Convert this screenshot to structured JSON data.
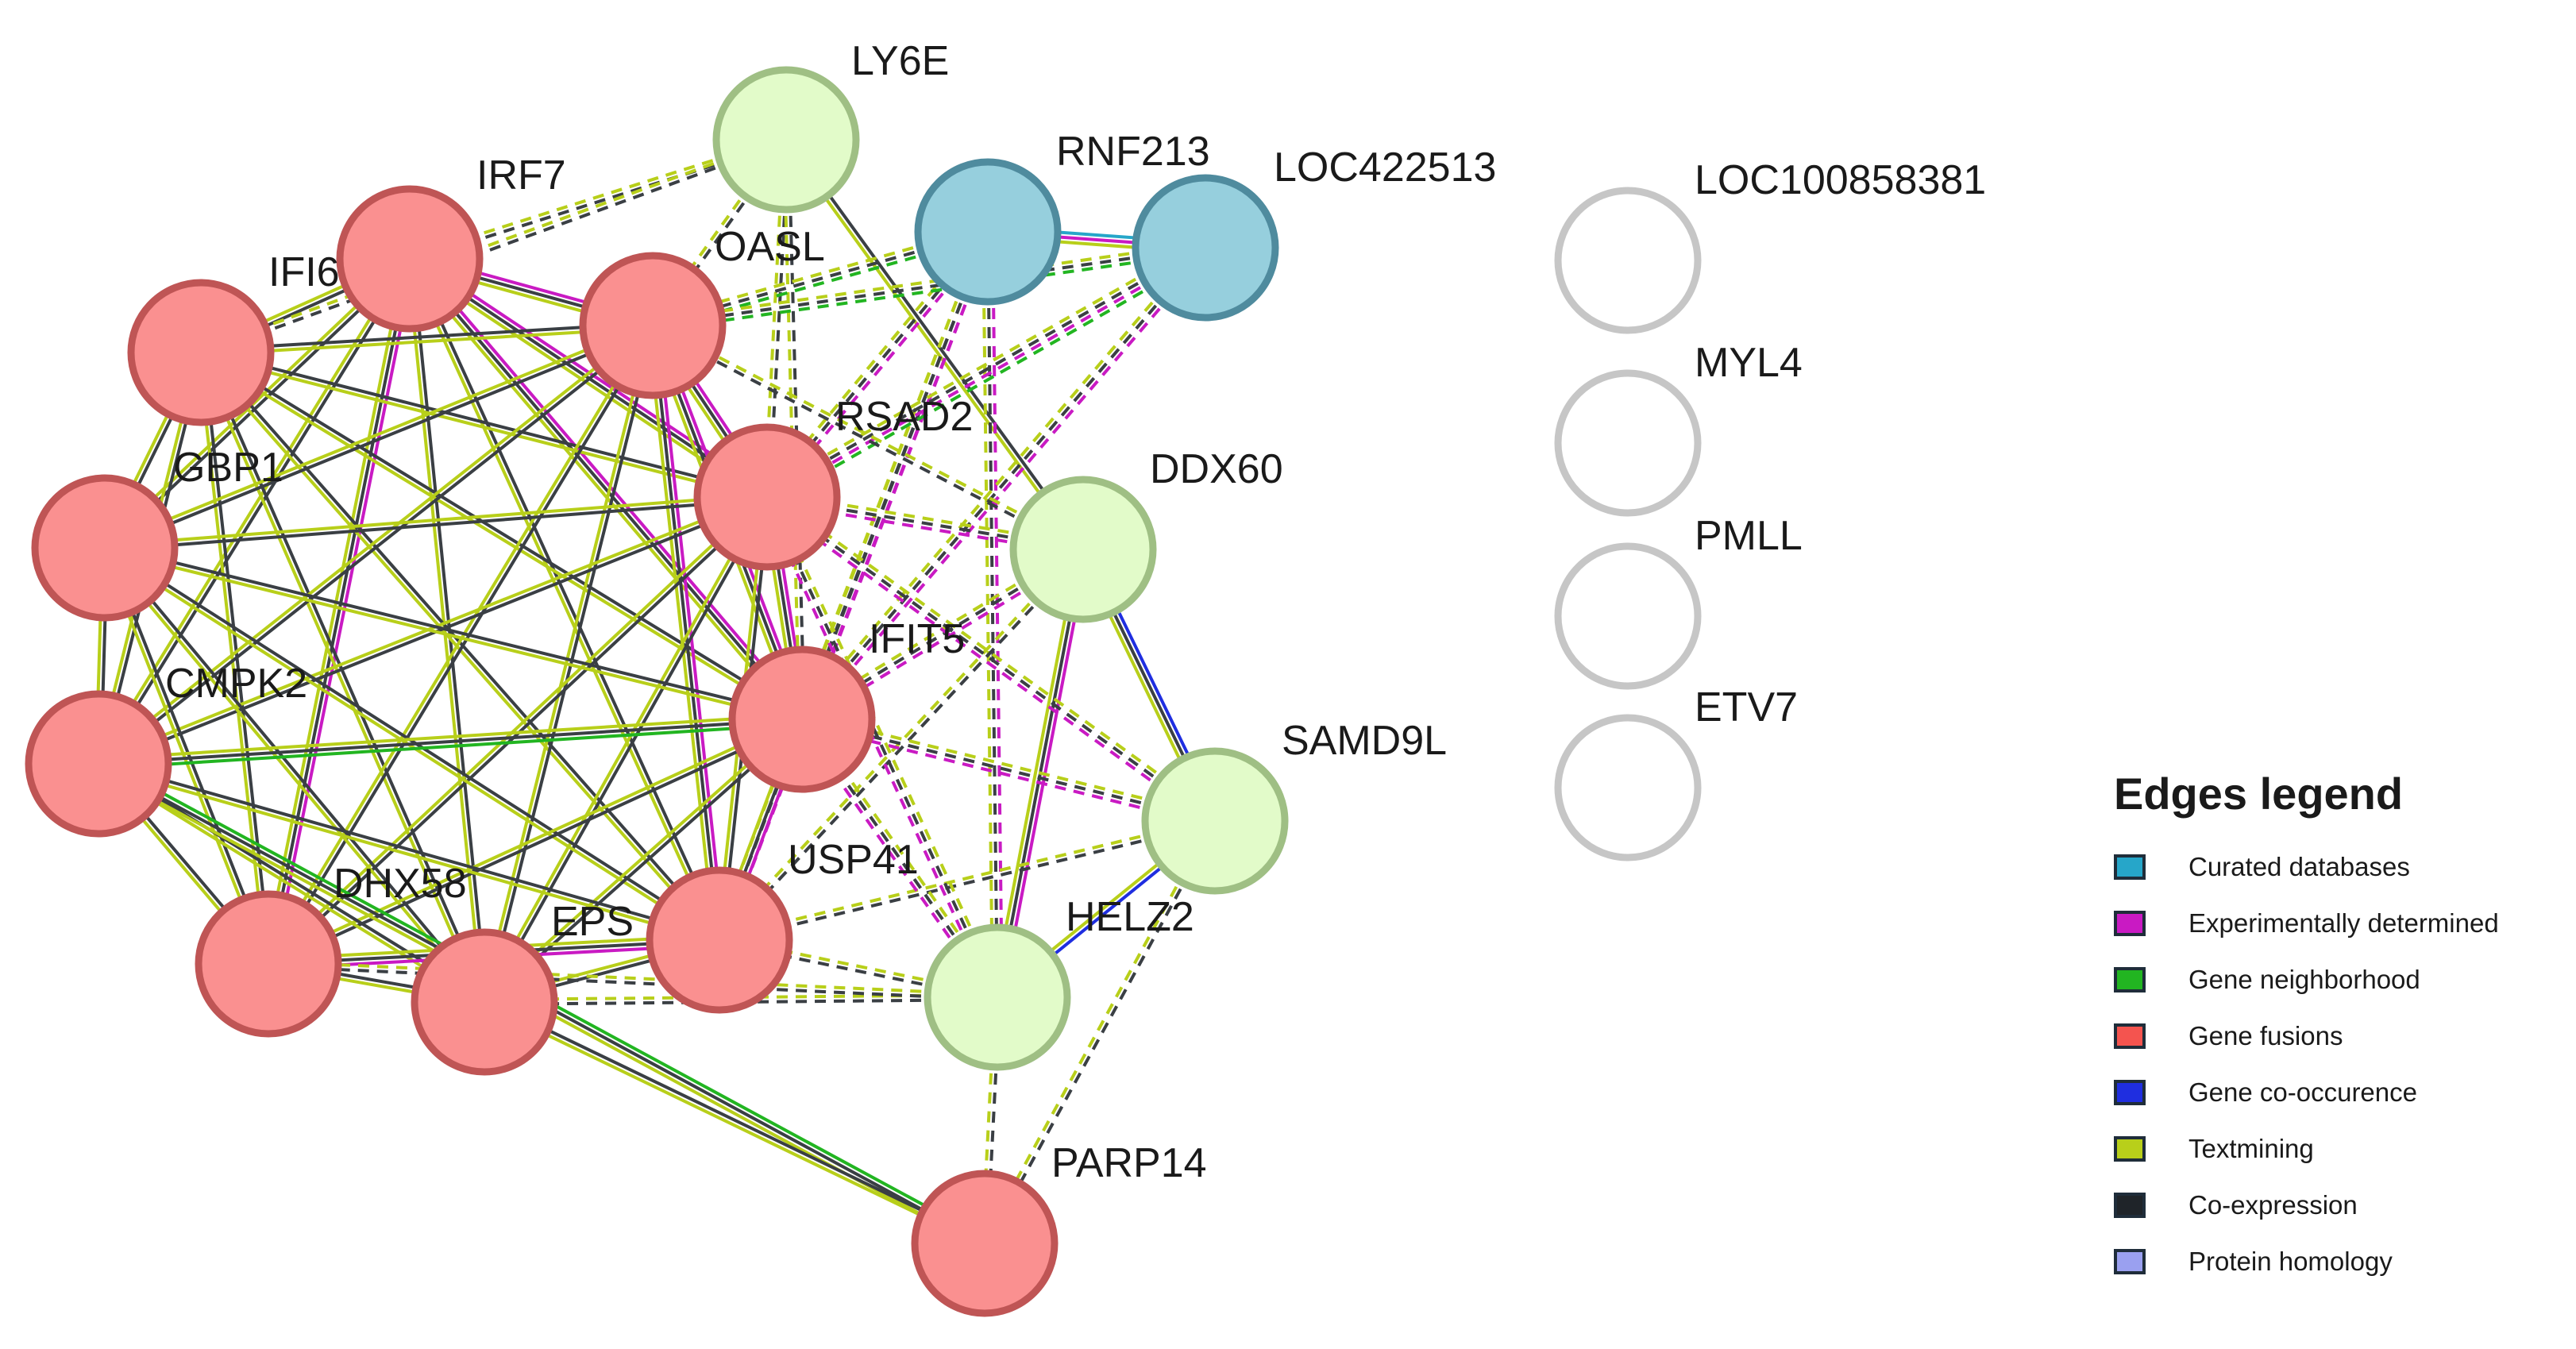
{
  "network": {
    "nodes": [
      {
        "id": "LY6E",
        "label": "LY6E",
        "group": "green"
      },
      {
        "id": "IRF7",
        "label": "IRF7",
        "group": "red"
      },
      {
        "id": "IFI6",
        "label": "IFI6",
        "group": "red"
      },
      {
        "id": "OASL",
        "label": "OASL",
        "group": "red"
      },
      {
        "id": "RNF213",
        "label": "RNF213",
        "group": "blue"
      },
      {
        "id": "LOC422513",
        "label": "LOC422513",
        "group": "blue"
      },
      {
        "id": "LOC100858381",
        "label": "LOC100858381",
        "group": "isolated"
      },
      {
        "id": "MYL4",
        "label": "MYL4",
        "group": "isolated"
      },
      {
        "id": "PMLL",
        "label": "PMLL",
        "group": "isolated"
      },
      {
        "id": "ETV7",
        "label": "ETV7",
        "group": "isolated"
      },
      {
        "id": "RSAD2",
        "label": "RSAD2",
        "group": "red"
      },
      {
        "id": "GBP1",
        "label": "GBP1",
        "group": "red"
      },
      {
        "id": "DDX60",
        "label": "DDX60",
        "group": "green"
      },
      {
        "id": "IFIT5",
        "label": "IFIT5",
        "group": "red"
      },
      {
        "id": "CMPK2",
        "label": "CMPK2",
        "group": "red"
      },
      {
        "id": "SAMD9L",
        "label": "SAMD9L",
        "group": "green"
      },
      {
        "id": "USP41",
        "label": "USP41",
        "group": "red"
      },
      {
        "id": "DHX58",
        "label": "DHX58",
        "group": "red"
      },
      {
        "id": "HELZ2",
        "label": "HELZ2",
        "group": "green"
      },
      {
        "id": "EPS",
        "label": "EPS",
        "group": "red"
      },
      {
        "id": "PARP14",
        "label": "PARP14",
        "group": "red"
      }
    ],
    "edges": [
      {
        "a": "RNF213",
        "b": "LOC422513",
        "types": [
          "curated",
          "experimental",
          "textmining"
        ]
      },
      {
        "a": "IRF7",
        "b": "IFI6",
        "types": [
          "coexpression",
          "textmining"
        ]
      },
      {
        "a": "IRF7",
        "b": "OASL",
        "types": [
          "experimental",
          "coexpression",
          "textmining"
        ]
      },
      {
        "a": "IRF7",
        "b": "RSAD2",
        "types": [
          "experimental",
          "coexpression",
          "textmining"
        ]
      },
      {
        "a": "IRF7",
        "b": "GBP1",
        "types": [
          "coexpression",
          "textmining"
        ]
      },
      {
        "a": "IRF7",
        "b": "IFIT5",
        "types": [
          "experimental",
          "coexpression",
          "textmining"
        ]
      },
      {
        "a": "IRF7",
        "b": "CMPK2",
        "types": [
          "coexpression",
          "textmining"
        ]
      },
      {
        "a": "IRF7",
        "b": "USP41",
        "types": [
          "coexpression",
          "textmining"
        ]
      },
      {
        "a": "IRF7",
        "b": "DHX58",
        "types": [
          "experimental",
          "coexpression",
          "textmining"
        ]
      },
      {
        "a": "IRF7",
        "b": "EPS",
        "types": [
          "coexpression",
          "textmining"
        ]
      },
      {
        "a": "IFI6",
        "b": "OASL",
        "types": [
          "coexpression",
          "textmining"
        ]
      },
      {
        "a": "IFI6",
        "b": "RSAD2",
        "types": [
          "coexpression",
          "textmining"
        ]
      },
      {
        "a": "IFI6",
        "b": "GBP1",
        "types": [
          "coexpression",
          "textmining"
        ]
      },
      {
        "a": "IFI6",
        "b": "IFIT5",
        "types": [
          "coexpression",
          "textmining"
        ]
      },
      {
        "a": "IFI6",
        "b": "CMPK2",
        "types": [
          "coexpression",
          "textmining"
        ]
      },
      {
        "a": "IFI6",
        "b": "USP41",
        "types": [
          "coexpression",
          "textmining"
        ]
      },
      {
        "a": "IFI6",
        "b": "DHX58",
        "types": [
          "coexpression",
          "textmining"
        ]
      },
      {
        "a": "IFI6",
        "b": "EPS",
        "types": [
          "coexpression",
          "textmining"
        ]
      },
      {
        "a": "OASL",
        "b": "RSAD2",
        "types": [
          "experimental",
          "coexpression",
          "textmining"
        ]
      },
      {
        "a": "OASL",
        "b": "GBP1",
        "types": [
          "coexpression",
          "textmining"
        ]
      },
      {
        "a": "OASL",
        "b": "IFIT5",
        "types": [
          "experimental",
          "coexpression",
          "textmining"
        ]
      },
      {
        "a": "OASL",
        "b": "CMPK2",
        "types": [
          "coexpression",
          "textmining"
        ]
      },
      {
        "a": "OASL",
        "b": "USP41",
        "types": [
          "experimental",
          "coexpression",
          "textmining"
        ]
      },
      {
        "a": "OASL",
        "b": "DHX58",
        "types": [
          "coexpression",
          "textmining"
        ]
      },
      {
        "a": "OASL",
        "b": "EPS",
        "types": [
          "coexpression",
          "textmining"
        ]
      },
      {
        "a": "RSAD2",
        "b": "GBP1",
        "types": [
          "coexpression",
          "textmining"
        ]
      },
      {
        "a": "RSAD2",
        "b": "IFIT5",
        "types": [
          "experimental",
          "coexpression",
          "textmining"
        ]
      },
      {
        "a": "RSAD2",
        "b": "CMPK2",
        "types": [
          "coexpression",
          "textmining"
        ]
      },
      {
        "a": "RSAD2",
        "b": "USP41",
        "types": [
          "coexpression",
          "textmining"
        ]
      },
      {
        "a": "RSAD2",
        "b": "DHX58",
        "types": [
          "coexpression",
          "textmining"
        ]
      },
      {
        "a": "RSAD2",
        "b": "EPS",
        "types": [
          "coexpression",
          "textmining"
        ]
      },
      {
        "a": "GBP1",
        "b": "IFIT5",
        "types": [
          "coexpression",
          "textmining"
        ]
      },
      {
        "a": "GBP1",
        "b": "CMPK2",
        "types": [
          "coexpression",
          "textmining"
        ]
      },
      {
        "a": "GBP1",
        "b": "USP41",
        "types": [
          "coexpression",
          "textmining"
        ]
      },
      {
        "a": "GBP1",
        "b": "DHX58",
        "types": [
          "coexpression",
          "textmining"
        ]
      },
      {
        "a": "GBP1",
        "b": "EPS",
        "types": [
          "coexpression",
          "textmining"
        ]
      },
      {
        "a": "IFIT5",
        "b": "CMPK2",
        "types": [
          "neighborhood",
          "coexpression",
          "textmining"
        ]
      },
      {
        "a": "IFIT5",
        "b": "USP41",
        "types": [
          "experimental",
          "coexpression",
          "textmining"
        ]
      },
      {
        "a": "IFIT5",
        "b": "DHX58",
        "types": [
          "coexpression",
          "textmining"
        ]
      },
      {
        "a": "IFIT5",
        "b": "EPS",
        "types": [
          "coexpression",
          "textmining"
        ]
      },
      {
        "a": "CMPK2",
        "b": "USP41",
        "types": [
          "coexpression",
          "textmining"
        ]
      },
      {
        "a": "CMPK2",
        "b": "DHX58",
        "types": [
          "coexpression",
          "textmining"
        ]
      },
      {
        "a": "CMPK2",
        "b": "EPS",
        "types": [
          "coexpression",
          "textmining"
        ]
      },
      {
        "a": "CMPK2",
        "b": "PARP14",
        "types": [
          "neighborhood",
          "coexpression",
          "textmining"
        ]
      },
      {
        "a": "USP41",
        "b": "DHX58",
        "types": [
          "experimental",
          "coexpression",
          "textmining"
        ]
      },
      {
        "a": "USP41",
        "b": "EPS",
        "types": [
          "coexpression",
          "textmining"
        ]
      },
      {
        "a": "DHX58",
        "b": "EPS",
        "types": [
          "coexpression",
          "textmining"
        ]
      },
      {
        "a": "EPS",
        "b": "PARP14",
        "types": [
          "coexpression",
          "textmining"
        ]
      },
      {
        "a": "LY6E",
        "b": "IRF7",
        "types": [
          "coexpression",
          "textmining"
        ],
        "style": "dashed"
      },
      {
        "a": "LY6E",
        "b": "IFI6",
        "types": [
          "coexpression",
          "textmining"
        ],
        "style": "dashed"
      },
      {
        "a": "LY6E",
        "b": "OASL",
        "types": [
          "coexpression",
          "textmining"
        ],
        "style": "dashed"
      },
      {
        "a": "LY6E",
        "b": "RSAD2",
        "types": [
          "coexpression",
          "textmining"
        ],
        "style": "dashed"
      },
      {
        "a": "LY6E",
        "b": "DDX60",
        "types": [
          "coexpression",
          "textmining"
        ]
      },
      {
        "a": "LY6E",
        "b": "IFIT5",
        "types": [
          "coexpression",
          "textmining"
        ],
        "style": "dashed"
      },
      {
        "a": "RNF213",
        "b": "OASL",
        "types": [
          "neighborhood",
          "coexpression",
          "textmining"
        ],
        "style": "dashed"
      },
      {
        "a": "RNF213",
        "b": "RSAD2",
        "types": [
          "experimental",
          "coexpression",
          "textmining"
        ],
        "style": "dashed"
      },
      {
        "a": "RNF213",
        "b": "IFIT5",
        "types": [
          "experimental",
          "coexpression",
          "textmining"
        ],
        "style": "dashed"
      },
      {
        "a": "RNF213",
        "b": "USP41",
        "types": [
          "experimental",
          "coexpression",
          "textmining"
        ],
        "style": "dashed"
      },
      {
        "a": "RNF213",
        "b": "HELZ2",
        "types": [
          "experimental",
          "coexpression",
          "textmining"
        ],
        "style": "dashed"
      },
      {
        "a": "LOC422513",
        "b": "RSAD2",
        "types": [
          "neighborhood",
          "experimental",
          "coexpression",
          "textmining"
        ],
        "style": "dashed"
      },
      {
        "a": "LOC422513",
        "b": "IFIT5",
        "types": [
          "experimental",
          "coexpression",
          "textmining"
        ],
        "style": "dashed"
      },
      {
        "a": "LOC422513",
        "b": "OASL",
        "types": [
          "neighborhood",
          "coexpression",
          "textmining"
        ],
        "style": "dashed"
      },
      {
        "a": "DDX60",
        "b": "RSAD2",
        "types": [
          "experimental",
          "coexpression",
          "textmining"
        ],
        "style": "dashed"
      },
      {
        "a": "DDX60",
        "b": "IFIT5",
        "types": [
          "experimental",
          "coexpression",
          "textmining"
        ],
        "style": "dashed"
      },
      {
        "a": "DDX60",
        "b": "OASL",
        "types": [
          "coexpression",
          "textmining"
        ],
        "style": "dashed"
      },
      {
        "a": "DDX60",
        "b": "SAMD9L",
        "types": [
          "cooccurrence",
          "coexpression",
          "textmining"
        ]
      },
      {
        "a": "DDX60",
        "b": "HELZ2",
        "types": [
          "experimental",
          "coexpression",
          "textmining"
        ]
      },
      {
        "a": "DDX60",
        "b": "USP41",
        "types": [
          "coexpression",
          "textmining"
        ],
        "style": "dashed"
      },
      {
        "a": "SAMD9L",
        "b": "RSAD2",
        "types": [
          "experimental",
          "coexpression",
          "textmining"
        ],
        "style": "dashed"
      },
      {
        "a": "SAMD9L",
        "b": "IFIT5",
        "types": [
          "experimental",
          "coexpression",
          "textmining"
        ],
        "style": "dashed"
      },
      {
        "a": "SAMD9L",
        "b": "USP41",
        "types": [
          "coexpression",
          "textmining"
        ],
        "style": "dashed"
      },
      {
        "a": "SAMD9L",
        "b": "HELZ2",
        "types": [
          "cooccurrence",
          "textmining"
        ]
      },
      {
        "a": "SAMD9L",
        "b": "PARP14",
        "types": [
          "coexpression",
          "textmining"
        ],
        "style": "dashed"
      },
      {
        "a": "HELZ2",
        "b": "RSAD2",
        "types": [
          "experimental",
          "coexpression",
          "textmining"
        ],
        "style": "dashed"
      },
      {
        "a": "HELZ2",
        "b": "IFIT5",
        "types": [
          "experimental",
          "coexpression",
          "textmining"
        ],
        "style": "dashed"
      },
      {
        "a": "HELZ2",
        "b": "USP41",
        "types": [
          "coexpression",
          "textmining"
        ],
        "style": "dashed"
      },
      {
        "a": "HELZ2",
        "b": "EPS",
        "types": [
          "coexpression",
          "textmining"
        ],
        "style": "dashed"
      },
      {
        "a": "HELZ2",
        "b": "PARP14",
        "types": [
          "coexpression",
          "textmining"
        ],
        "style": "dashed"
      },
      {
        "a": "HELZ2",
        "b": "DHX58",
        "types": [
          "coexpression",
          "textmining"
        ],
        "style": "dashed"
      }
    ]
  },
  "legend": {
    "title": "Edges legend",
    "items": [
      {
        "label": "Curated databases",
        "color": "#26a6c9"
      },
      {
        "label": "Experimentally determined",
        "color": "#c91ac3"
      },
      {
        "label": "Gene neighborhood",
        "color": "#22b521"
      },
      {
        "label": "Gene fusions",
        "color": "#f4544f"
      },
      {
        "label": "Gene co-occurence",
        "color": "#1f2ee0"
      },
      {
        "label": "Textmining",
        "color": "#b8cf1a"
      },
      {
        "label": "Co-expression",
        "color": "#1f2429"
      },
      {
        "label": "Protein homology",
        "color": "#9aa0f0"
      }
    ]
  },
  "colors": {
    "red_fill": "#fa9090",
    "red_stroke": "#bf5555",
    "green_fill": "#e2fbc9",
    "green_stroke": "#9fbf84",
    "blue_fill": "#96cfdd",
    "blue_stroke": "#4f8b9e",
    "isolated_fill": "#ffffff",
    "isolated_stroke": "#c6c6c6",
    "curated": "#26a6c9",
    "experimental": "#c91ac3",
    "neighborhood": "#22b521",
    "cooccurrence": "#1f2ee0",
    "textmining": "#b8cf1a",
    "coexpression": "#3a3f44"
  }
}
